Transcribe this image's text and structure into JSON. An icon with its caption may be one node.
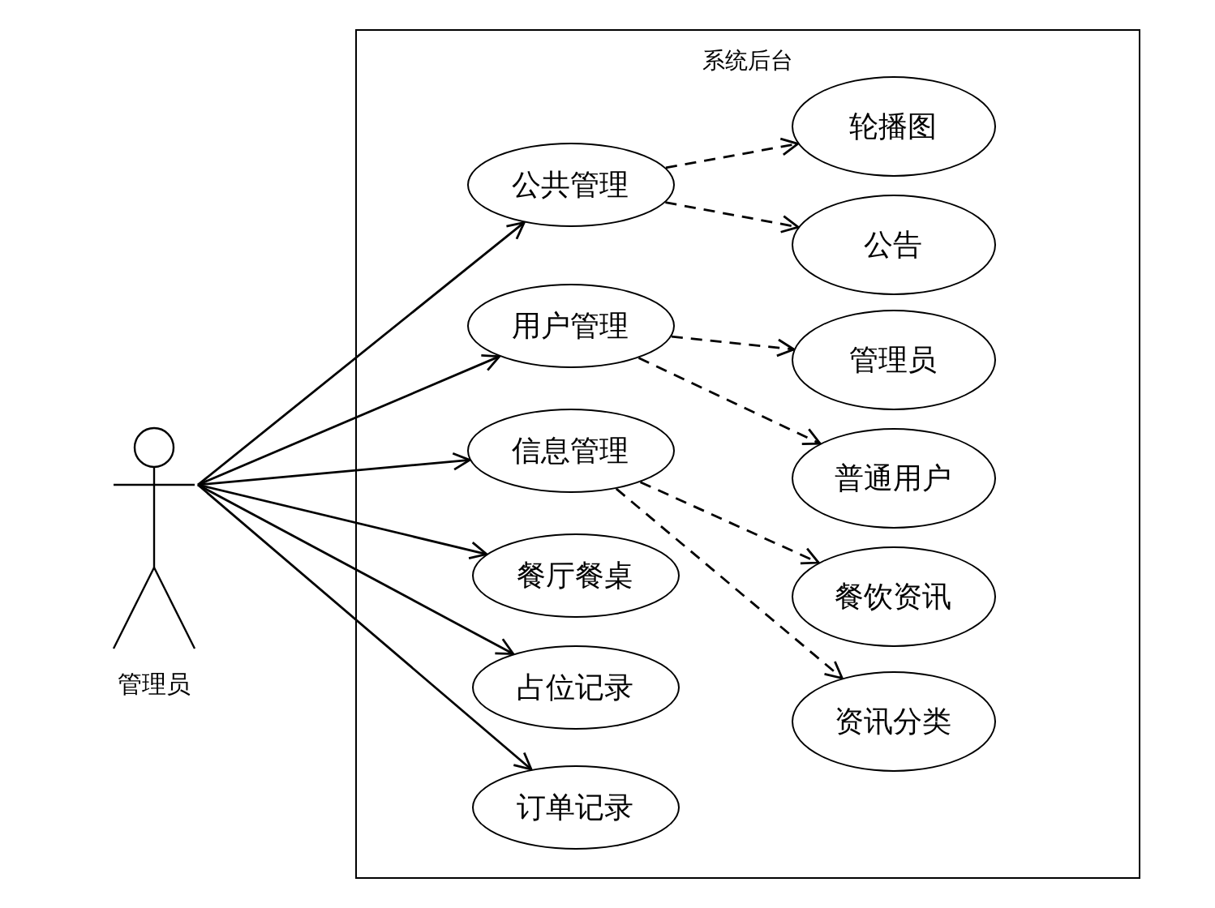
{
  "diagram": {
    "nodes": [
      {
        "text": [
          "系统后台"
        ]
      },
      {
        "text": [
          "管理员"
        ]
      },
      {
        "text": [
          "公共管理"
        ],
        "in": 0
      },
      {
        "text": [
          "用户管理"
        ],
        "in": 0
      },
      {
        "text": [
          "信息管理"
        ],
        "in": 0
      },
      {
        "text": [
          "餐厅餐桌"
        ],
        "in": 0
      },
      {
        "text": [
          "占位记录"
        ],
        "in": 0
      },
      {
        "text": [
          "订单记录"
        ],
        "in": 0
      },
      {
        "text": [
          "轮播图"
        ],
        "in": 0
      },
      {
        "text": [
          "公告"
        ],
        "in": 0
      },
      {
        "text": [
          "管理员"
        ],
        "in": 0
      },
      {
        "text": [
          "普通用户"
        ],
        "in": 0
      },
      {
        "text": [
          "餐饮资讯"
        ],
        "in": 0
      },
      {
        "text": [
          "资讯分类"
        ],
        "in": 0
      }
    ],
    "edges": [
      {
        "from": 1,
        "to": 2,
        "arrow": "to"
      },
      {
        "from": 1,
        "to": 3,
        "arrow": "to"
      },
      {
        "from": 1,
        "to": 4,
        "arrow": "to"
      },
      {
        "from": 1,
        "to": 5,
        "arrow": "to"
      },
      {
        "from": 1,
        "to": 6,
        "arrow": "to"
      },
      {
        "from": 1,
        "to": 7,
        "arrow": "to"
      },
      {
        "from": 2,
        "to": 8,
        "arrow": "to",
        "style": "dashed"
      },
      {
        "from": 2,
        "to": 9,
        "arrow": "to",
        "style": "dashed"
      },
      {
        "from": 3,
        "to": 10,
        "arrow": "to",
        "style": "dashed"
      },
      {
        "from": 3,
        "to": 11,
        "arrow": "to",
        "style": "dashed"
      },
      {
        "from": 4,
        "to": 12,
        "arrow": "to",
        "style": "dashed"
      },
      {
        "from": 4,
        "to": 13,
        "arrow": "to",
        "style": "dashed"
      }
    ]
  }
}
